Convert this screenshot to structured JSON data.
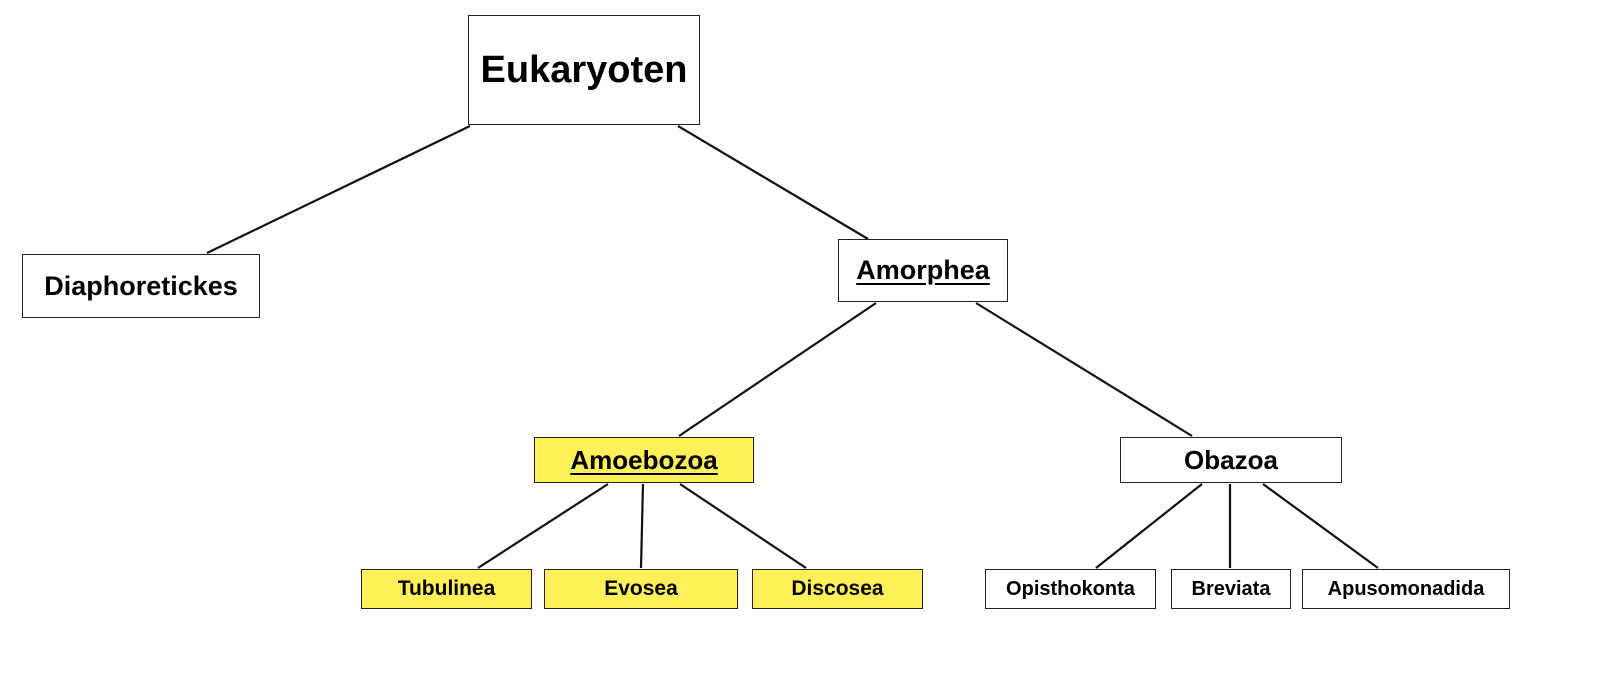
{
  "diagram": {
    "root": {
      "label": "Eukaryoten"
    },
    "level1": [
      {
        "label": "Diaphoretickes"
      },
      {
        "label": "Amorphea",
        "underlined": true
      }
    ],
    "level2": [
      {
        "label": "Amoebozoa",
        "underlined": true,
        "highlight": "#fff05a"
      },
      {
        "label": "Obazoa"
      }
    ],
    "level3": [
      {
        "label": "Tubulinea",
        "highlight": "#fff05a"
      },
      {
        "label": "Evosea",
        "highlight": "#fff05a"
      },
      {
        "label": "Discosea",
        "highlight": "#fff05a"
      },
      {
        "label": "Opisthokonta"
      },
      {
        "label": "Breviata"
      },
      {
        "label": "Apusomonadida"
      }
    ]
  }
}
